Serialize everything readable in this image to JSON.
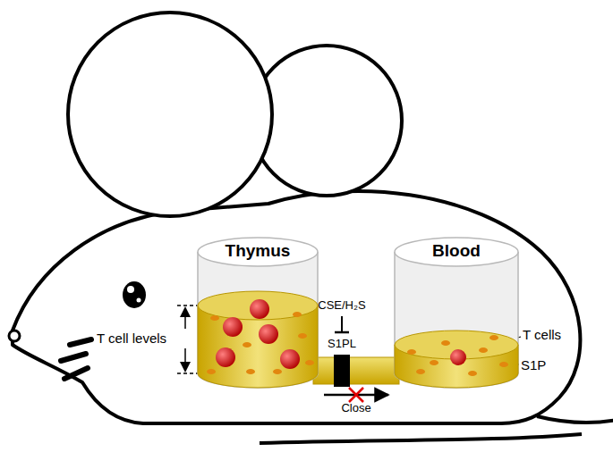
{
  "diagram": {
    "nodes": [
      {
        "text": [
          "Thymus"
        ]
      },
      {
        "text": [
          "Blood"
        ]
      }
    ],
    "edges": [
      {
        "from": 0,
        "to": 1,
        "arrow": "to",
        "label": "Close"
      }
    ],
    "labels": [
      "CSE/H₂S",
      "S1PL",
      "T cell levels",
      "T cells",
      "S1P"
    ]
  }
}
